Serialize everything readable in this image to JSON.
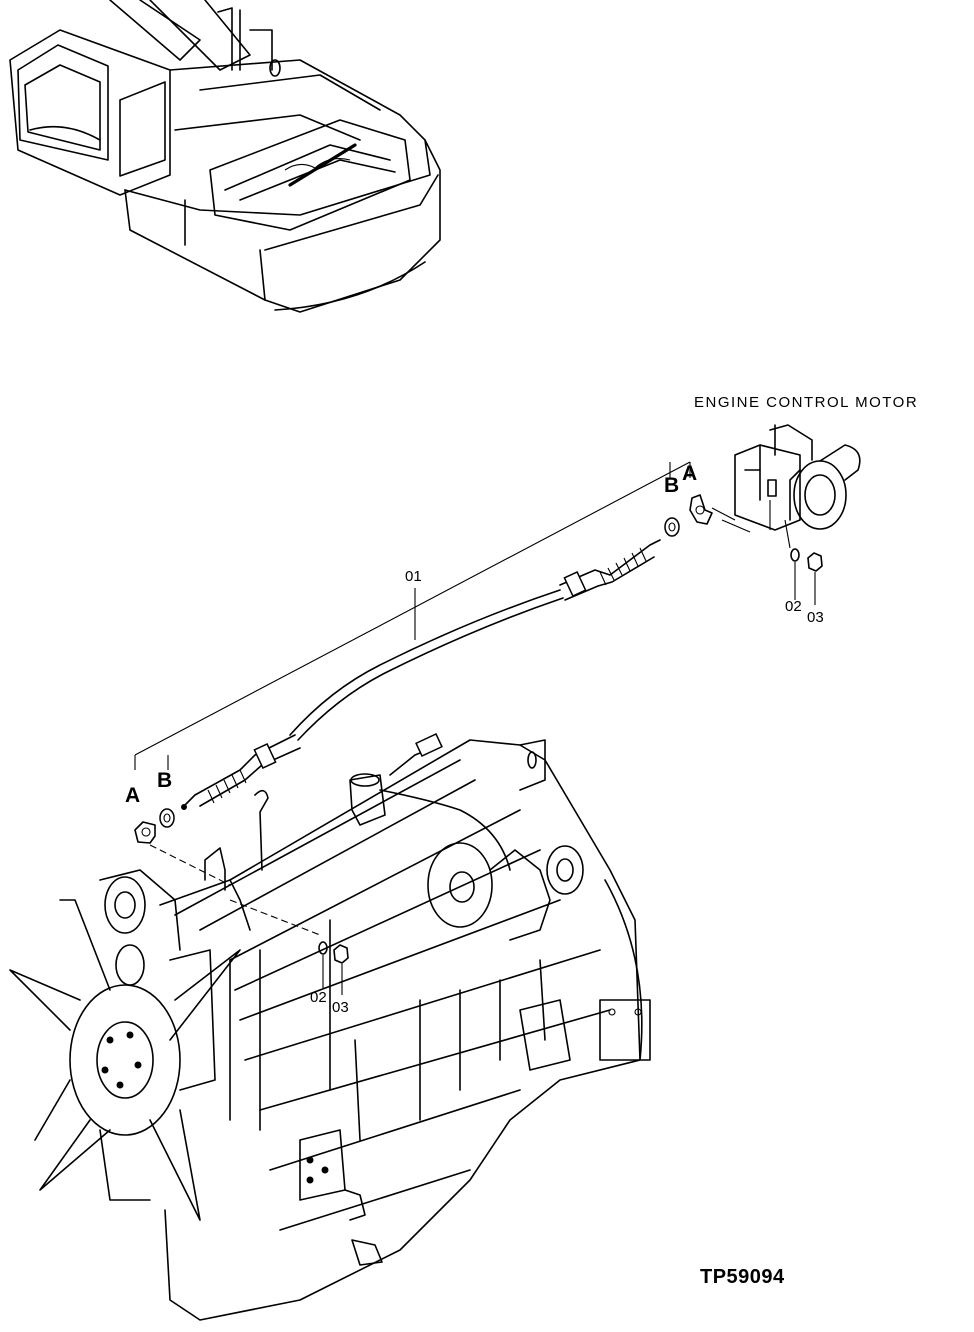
{
  "diagram": {
    "caption": "ENGINE CONTROL MOTOR",
    "reference_code": "TP59094",
    "callouts": {
      "a_left": "A",
      "b_left": "B",
      "a_right": "A",
      "b_right": "B",
      "cable": "01",
      "washer_right": "02",
      "nut_right": "03",
      "washer_left": "02",
      "nut_left": "03"
    }
  }
}
